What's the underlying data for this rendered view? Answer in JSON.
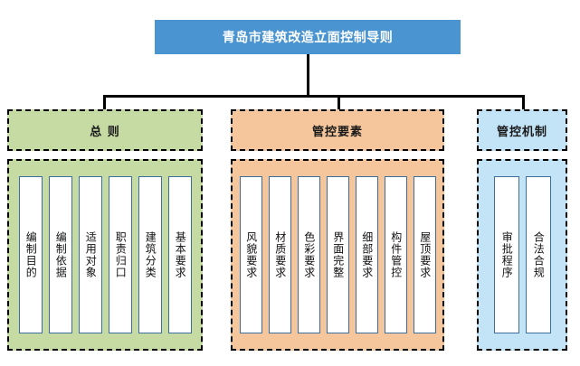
{
  "root": {
    "title": "青岛市建筑改造立面控制导则",
    "color": "#4a94d1"
  },
  "groups": [
    {
      "header": "总  则",
      "color": "#c6dba4",
      "items": [
        "编制目的",
        "编制依据",
        "适用对象",
        "职责归口",
        "建筑分类",
        "基本要求"
      ]
    },
    {
      "header": "管控要素",
      "color": "#f5c69c",
      "items": [
        "风貌要求",
        "材质要求",
        "色彩要求",
        "界面完整",
        "细部要求",
        "构件管控",
        "屋顶要求"
      ]
    },
    {
      "header": "管控机制",
      "color": "#c3e3f7",
      "items": [
        "审批程序",
        "合法合规"
      ]
    }
  ]
}
